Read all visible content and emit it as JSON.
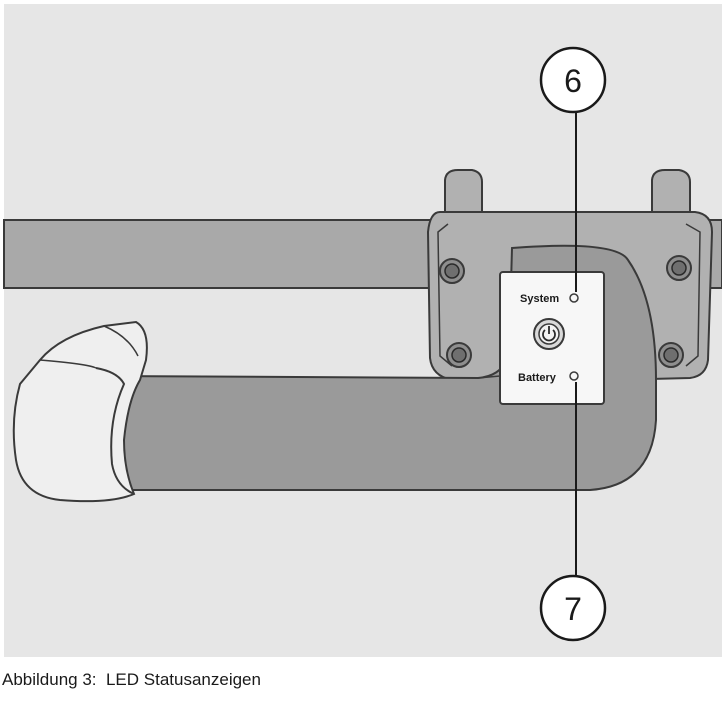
{
  "figure": {
    "caption": "Abbildung 3:  LED Statusanzeigen",
    "colors": {
      "background": "#e6e6e6",
      "bar": "#a9a9a9",
      "handle": "#9a9a9a",
      "clamp": "#b1b1b1",
      "outline": "#3a3a3a",
      "panel": "#f7f7f7",
      "grip": "#efefef"
    },
    "panel": {
      "system_label": "System",
      "battery_label": "Battery",
      "power_icon": "power-icon"
    },
    "callouts": [
      {
        "number": "6",
        "target": "System"
      },
      {
        "number": "7",
        "target": "Battery"
      }
    ]
  }
}
